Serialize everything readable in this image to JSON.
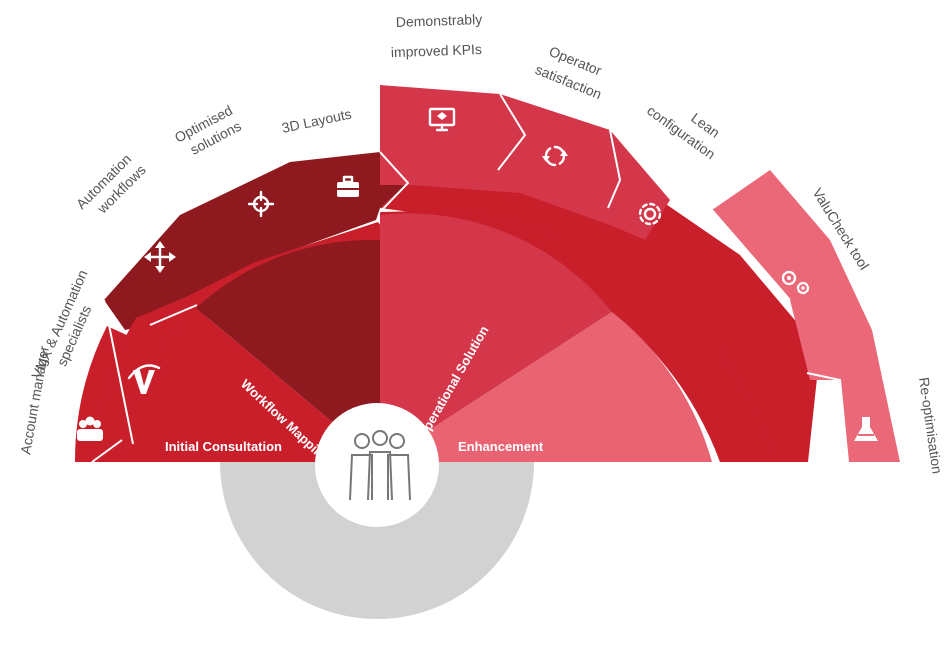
{
  "colors": {
    "dark_red": "#8e1a1f",
    "red": "#c81f2b",
    "mid_red": "#d4364a",
    "pink": "#e96372",
    "light_pink": "#ea6877",
    "grey_ring": "#d2d2d2",
    "white": "#ffffff"
  },
  "quadrants": {
    "initial_consultation": "Initial Consultation",
    "workflow_mapping": "Workflow Mapping",
    "operational_solution": "Operational Solution",
    "enhancement": "Enhancement"
  },
  "outer_steps": [
    {
      "label": "Account manager",
      "icon": "people-icon"
    },
    {
      "label": "VMX & Automation specialists",
      "icon": "v-logo-icon"
    },
    {
      "label": "Automation workflows",
      "icon": "move-arrows-icon"
    },
    {
      "label": "Optimised solutions",
      "icon": "target-icon"
    },
    {
      "label": "3D Layouts",
      "icon": "briefcase-icon"
    },
    {
      "label": "Demonstrably improved KPIs",
      "icon": "monitor-icon"
    },
    {
      "label": "Operator satisfaction",
      "icon": "cycle-icon"
    },
    {
      "label": "Lean configuration",
      "icon": "gear-icon"
    },
    {
      "label": "ValuCheck tool",
      "icon": "gears-icon"
    },
    {
      "label": "Re-optimisation",
      "icon": "flask-icon"
    }
  ],
  "center": {
    "icon": "team-people-icon"
  }
}
